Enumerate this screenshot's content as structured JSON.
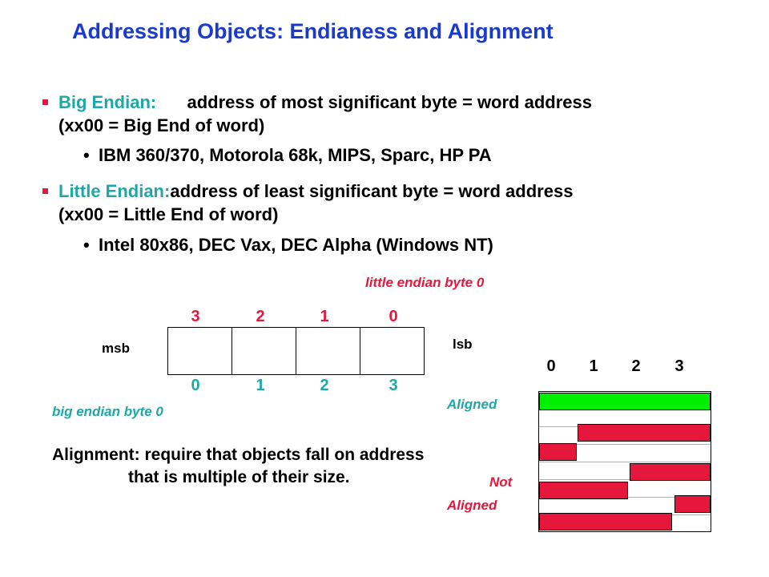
{
  "title": "Addressing Objects: Endianess and Alignment",
  "big_endian": {
    "term": "Big Endian:",
    "def_line1": "address of most significant byte = word address",
    "def_line2": "(xx00 = Big End of word)",
    "example": "IBM 360/370, Motorola 68k, MIPS, Sparc, HP PA"
  },
  "little_endian": {
    "term": "Little Endian:",
    "def_line1": "address of least significant byte = word address",
    "def_line2": "(xx00 = Little End of word)",
    "example": "Intel 80x86, DEC Vax, DEC Alpha (Windows NT)"
  },
  "diagram": {
    "little_label": "little endian byte 0",
    "big_label": "big endian byte 0",
    "top_numbers": [
      "3",
      "2",
      "1",
      "0"
    ],
    "bottom_numbers": [
      "0",
      "1",
      "2",
      "3"
    ],
    "msb": "msb",
    "lsb": "lsb"
  },
  "alignment": {
    "line1": "Alignment: require that objects fall on address",
    "line2": "that is multiple of  their size.",
    "header_numbers": [
      "0",
      "1",
      "2",
      "3"
    ],
    "aligned_label": "Aligned",
    "not_label": "Not",
    "not_aligned_label": "Aligned"
  },
  "colors": {
    "title": "#1a3acc",
    "term": "#1fa6a6",
    "accent": "#e5173d",
    "aligned_bar": "#00ee00",
    "misaligned_bar": "#e5173d"
  }
}
